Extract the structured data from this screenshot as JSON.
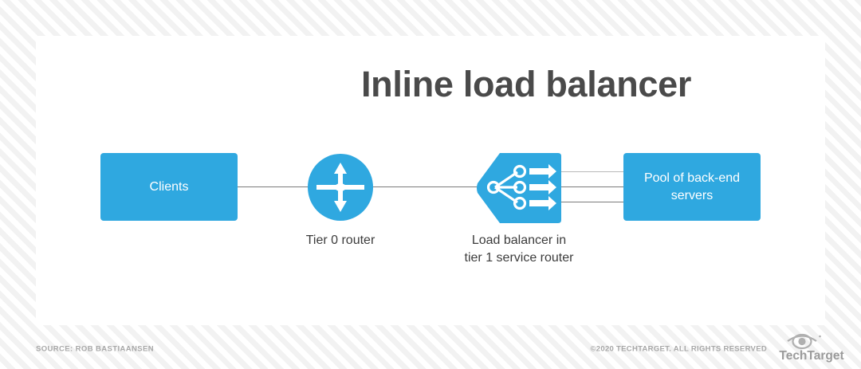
{
  "document": {
    "title": "Inline load balancer",
    "type": "network-architecture-diagram"
  },
  "colors": {
    "node_fill": "#2fa8e0",
    "node_text": "#ffffff",
    "title_text": "#4a4a4a",
    "caption_text": "#3c3c3c",
    "connector_line": "#7b7b7b",
    "connector_line_light": "#b9b9b9",
    "card_background": "#ffffff",
    "page_background": "#f2f2f2",
    "footer_text": "#a8a8a8"
  },
  "diagram": {
    "nodes": [
      {
        "id": "clients",
        "label": "Clients",
        "shape": "rounded-rectangle",
        "icon": "none"
      },
      {
        "id": "tier0-router",
        "label": "",
        "caption": "Tier 0 router",
        "shape": "circle",
        "icon": "router-icon"
      },
      {
        "id": "load-balancer",
        "label": "",
        "caption_line1": "Load balancer in",
        "caption_line2": "tier 1 service router",
        "shape": "pentagon",
        "icon": "load-balancer-icon"
      },
      {
        "id": "backend-servers",
        "label_line1": "Pool of back-end",
        "label_line2": "servers",
        "shape": "rounded-rectangle",
        "icon": "none"
      }
    ],
    "connections": [
      {
        "from": "clients",
        "to": "tier0-router",
        "count": 1
      },
      {
        "from": "tier0-router",
        "to": "load-balancer",
        "count": 1
      },
      {
        "from": "load-balancer",
        "to": "backend-servers",
        "count": 3
      }
    ]
  },
  "footer": {
    "source": "SOURCE: ROB BASTIAANSEN",
    "copyright": "©2020 TECHTARGET. ALL RIGHTS RESERVED",
    "brand": "TechTarget"
  }
}
